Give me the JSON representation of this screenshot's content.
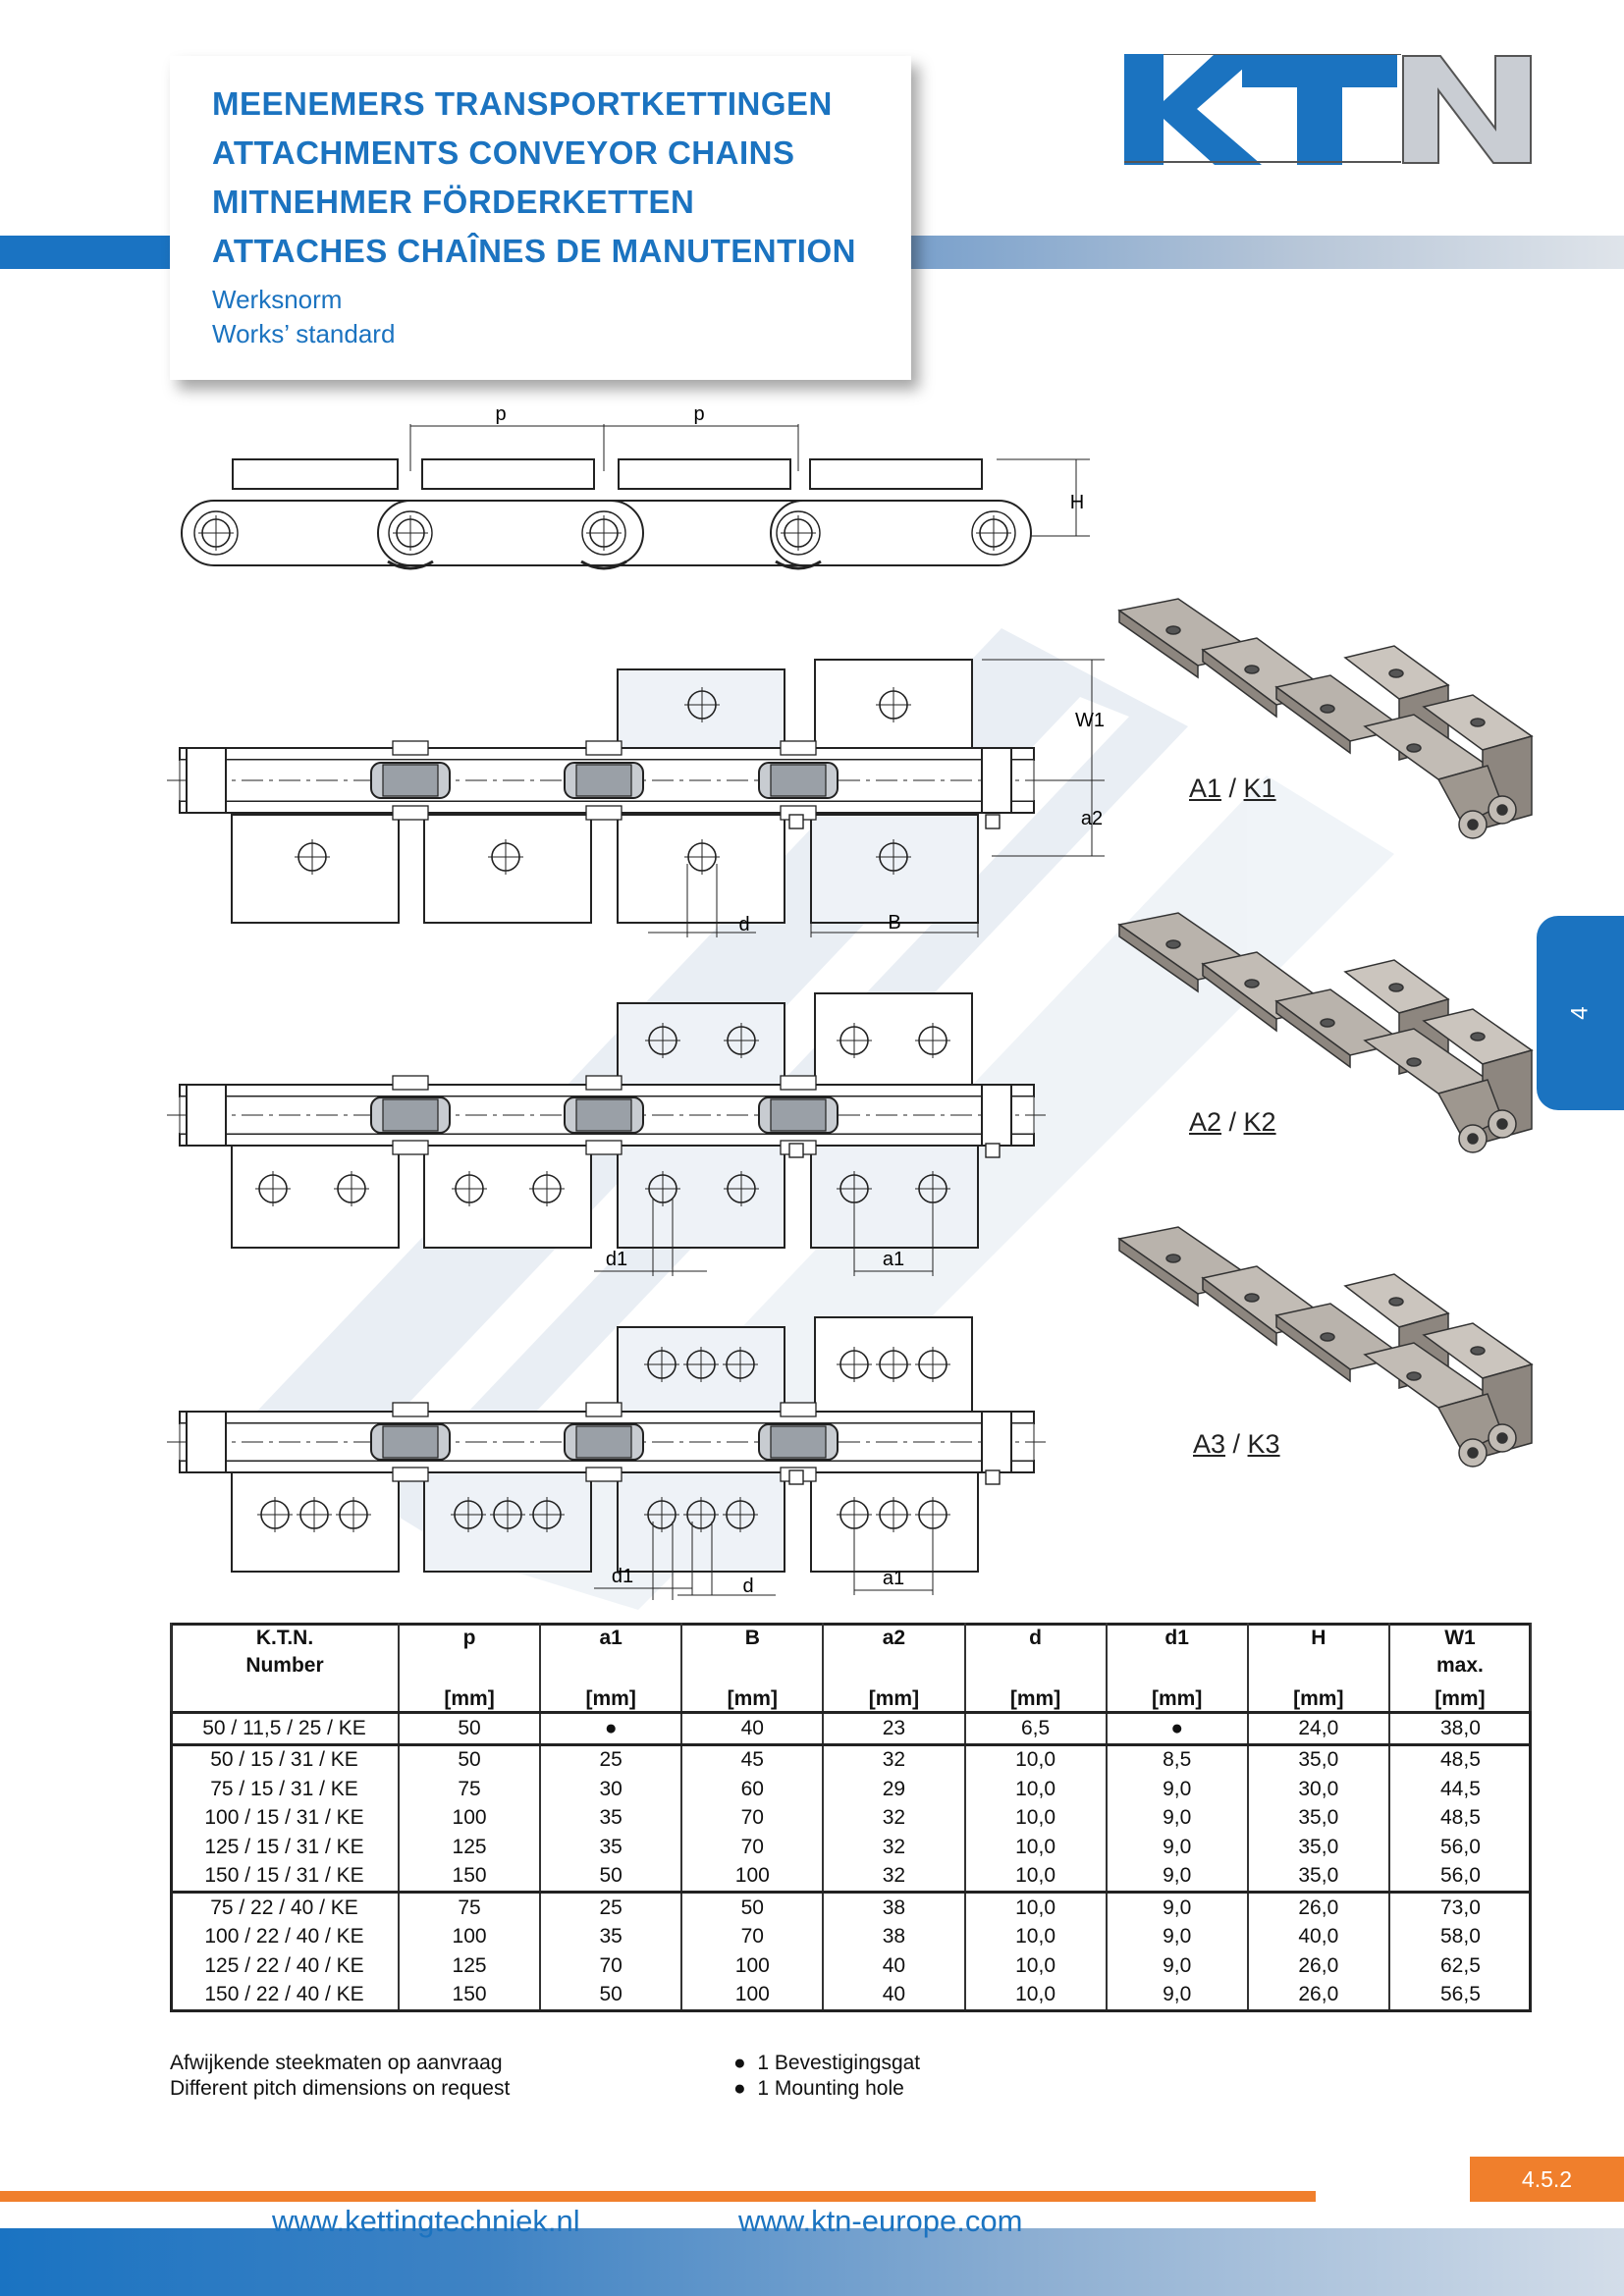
{
  "header": {
    "titles": [
      "MEENEMERS TRANSPORTKETTINGEN",
      "ATTACHMENTS CONVEYOR CHAINS",
      "MITNEHMER FÖRDERKETTEN",
      "ATTACHES CHAÎNES DE MANUTENTION"
    ],
    "subtitles": [
      "Werksnorm",
      "Works’ standard"
    ]
  },
  "logo": {
    "letters": [
      "K",
      "T",
      "N"
    ],
    "colors": [
      "#1b73c0",
      "#1b73c0",
      "#c9cdd3"
    ]
  },
  "side_tab": {
    "label": "4",
    "color": "#1b73c0"
  },
  "drawing_labels": {
    "pitch": "p",
    "height": "H",
    "width": "W1",
    "a2": "a2",
    "d": "d",
    "b": "B",
    "d1": "d1",
    "a1": "a1"
  },
  "variants": [
    {
      "a": "A1",
      "sep": " / ",
      "k": "K1"
    },
    {
      "a": "A2",
      "sep": " / ",
      "k": "K2"
    },
    {
      "a": "A3",
      "sep": " / ",
      "k": "K3"
    }
  ],
  "table": {
    "headers": [
      {
        "name": "K.T.N.",
        "sub": "Number",
        "unit": ""
      },
      {
        "name": "p",
        "sub": "",
        "unit": "[mm]"
      },
      {
        "name": "a1",
        "sub": "",
        "unit": "[mm]"
      },
      {
        "name": "B",
        "sub": "",
        "unit": "[mm]"
      },
      {
        "name": "a2",
        "sub": "",
        "unit": "[mm]"
      },
      {
        "name": "d",
        "sub": "",
        "unit": "[mm]"
      },
      {
        "name": "d1",
        "sub": "",
        "unit": "[mm]"
      },
      {
        "name": "H",
        "sub": "",
        "unit": "[mm]"
      },
      {
        "name": "W1",
        "sub": "max.",
        "unit": "[mm]"
      }
    ],
    "groups": [
      [
        [
          "50 / 11,5 / 25 / KE",
          "50",
          "●",
          "40",
          "23",
          "6,5",
          "●",
          "24,0",
          "38,0"
        ]
      ],
      [
        [
          "50 / 15 / 31 / KE",
          "50",
          "25",
          "45",
          "32",
          "10,0",
          "8,5",
          "35,0",
          "48,5"
        ],
        [
          "75 / 15 / 31 / KE",
          "75",
          "30",
          "60",
          "29",
          "10,0",
          "9,0",
          "30,0",
          "44,5"
        ],
        [
          "100 / 15 / 31 / KE",
          "100",
          "35",
          "70",
          "32",
          "10,0",
          "9,0",
          "35,0",
          "48,5"
        ],
        [
          "125 / 15 / 31 / KE",
          "125",
          "35",
          "70",
          "32",
          "10,0",
          "9,0",
          "35,0",
          "56,0"
        ],
        [
          "150 / 15 / 31 / KE",
          "150",
          "50",
          "100",
          "32",
          "10,0",
          "9,0",
          "35,0",
          "56,0"
        ]
      ],
      [
        [
          "75 / 22 / 40 / KE",
          "75",
          "25",
          "50",
          "38",
          "10,0",
          "9,0",
          "26,0",
          "73,0"
        ],
        [
          "100 / 22 / 40 / KE",
          "100",
          "35",
          "70",
          "38",
          "10,0",
          "9,0",
          "40,0",
          "58,0"
        ],
        [
          "125 / 22 / 40 / KE",
          "125",
          "70",
          "100",
          "40",
          "10,0",
          "9,0",
          "26,0",
          "62,5"
        ],
        [
          "150 / 22 / 40 / KE",
          "150",
          "50",
          "100",
          "40",
          "10,0",
          "9,0",
          "26,0",
          "56,5"
        ]
      ]
    ]
  },
  "notes": {
    "left": [
      "Afwijkende steekmaten op aanvraag",
      "Different pitch dimensions on request"
    ],
    "right": [
      "1 Bevestigingsgat",
      "1 Mounting hole"
    ],
    "bullet": "●"
  },
  "footer": {
    "page_number": "4.5.2",
    "url_left": "www.kettingtechniek.nl",
    "url_right": "www.ktn-europe.com"
  }
}
